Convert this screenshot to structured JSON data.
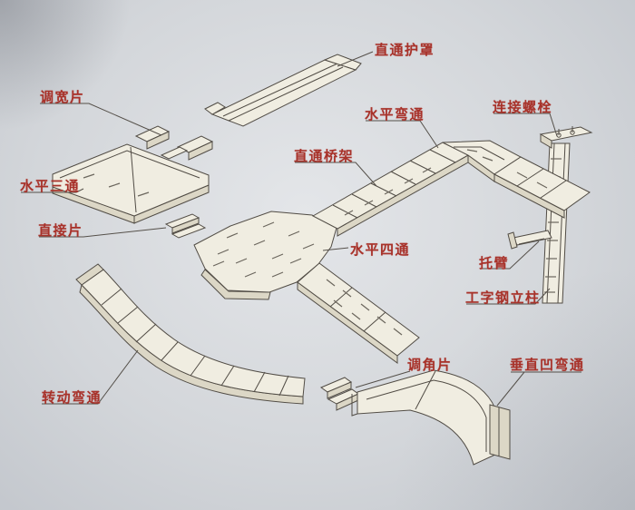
{
  "diagram": {
    "type": "isometric-cable-tray-parts-diagram",
    "labels": {
      "cover": "直通护罩",
      "width_adjust_piece": "调宽片",
      "horizontal_bend": "水平弯通",
      "connecting_bolt": "连接螺栓",
      "straight_tray": "直通桥架",
      "horizontal_tee": "水平三通",
      "direct_piece": "直接片",
      "horizontal_cross": "水平四通",
      "bracket_arm": "托臂",
      "i_beam_column": "工字钢立柱",
      "angle_adjust_piece": "调角片",
      "vertical_concave_bend": "垂直凹弯通",
      "rotating_bend": "转动弯通"
    },
    "colors": {
      "label_text": "#a8322a",
      "line": "#55504a",
      "paper": "#d4d7db",
      "piece_fill": "#f0ede1"
    }
  }
}
